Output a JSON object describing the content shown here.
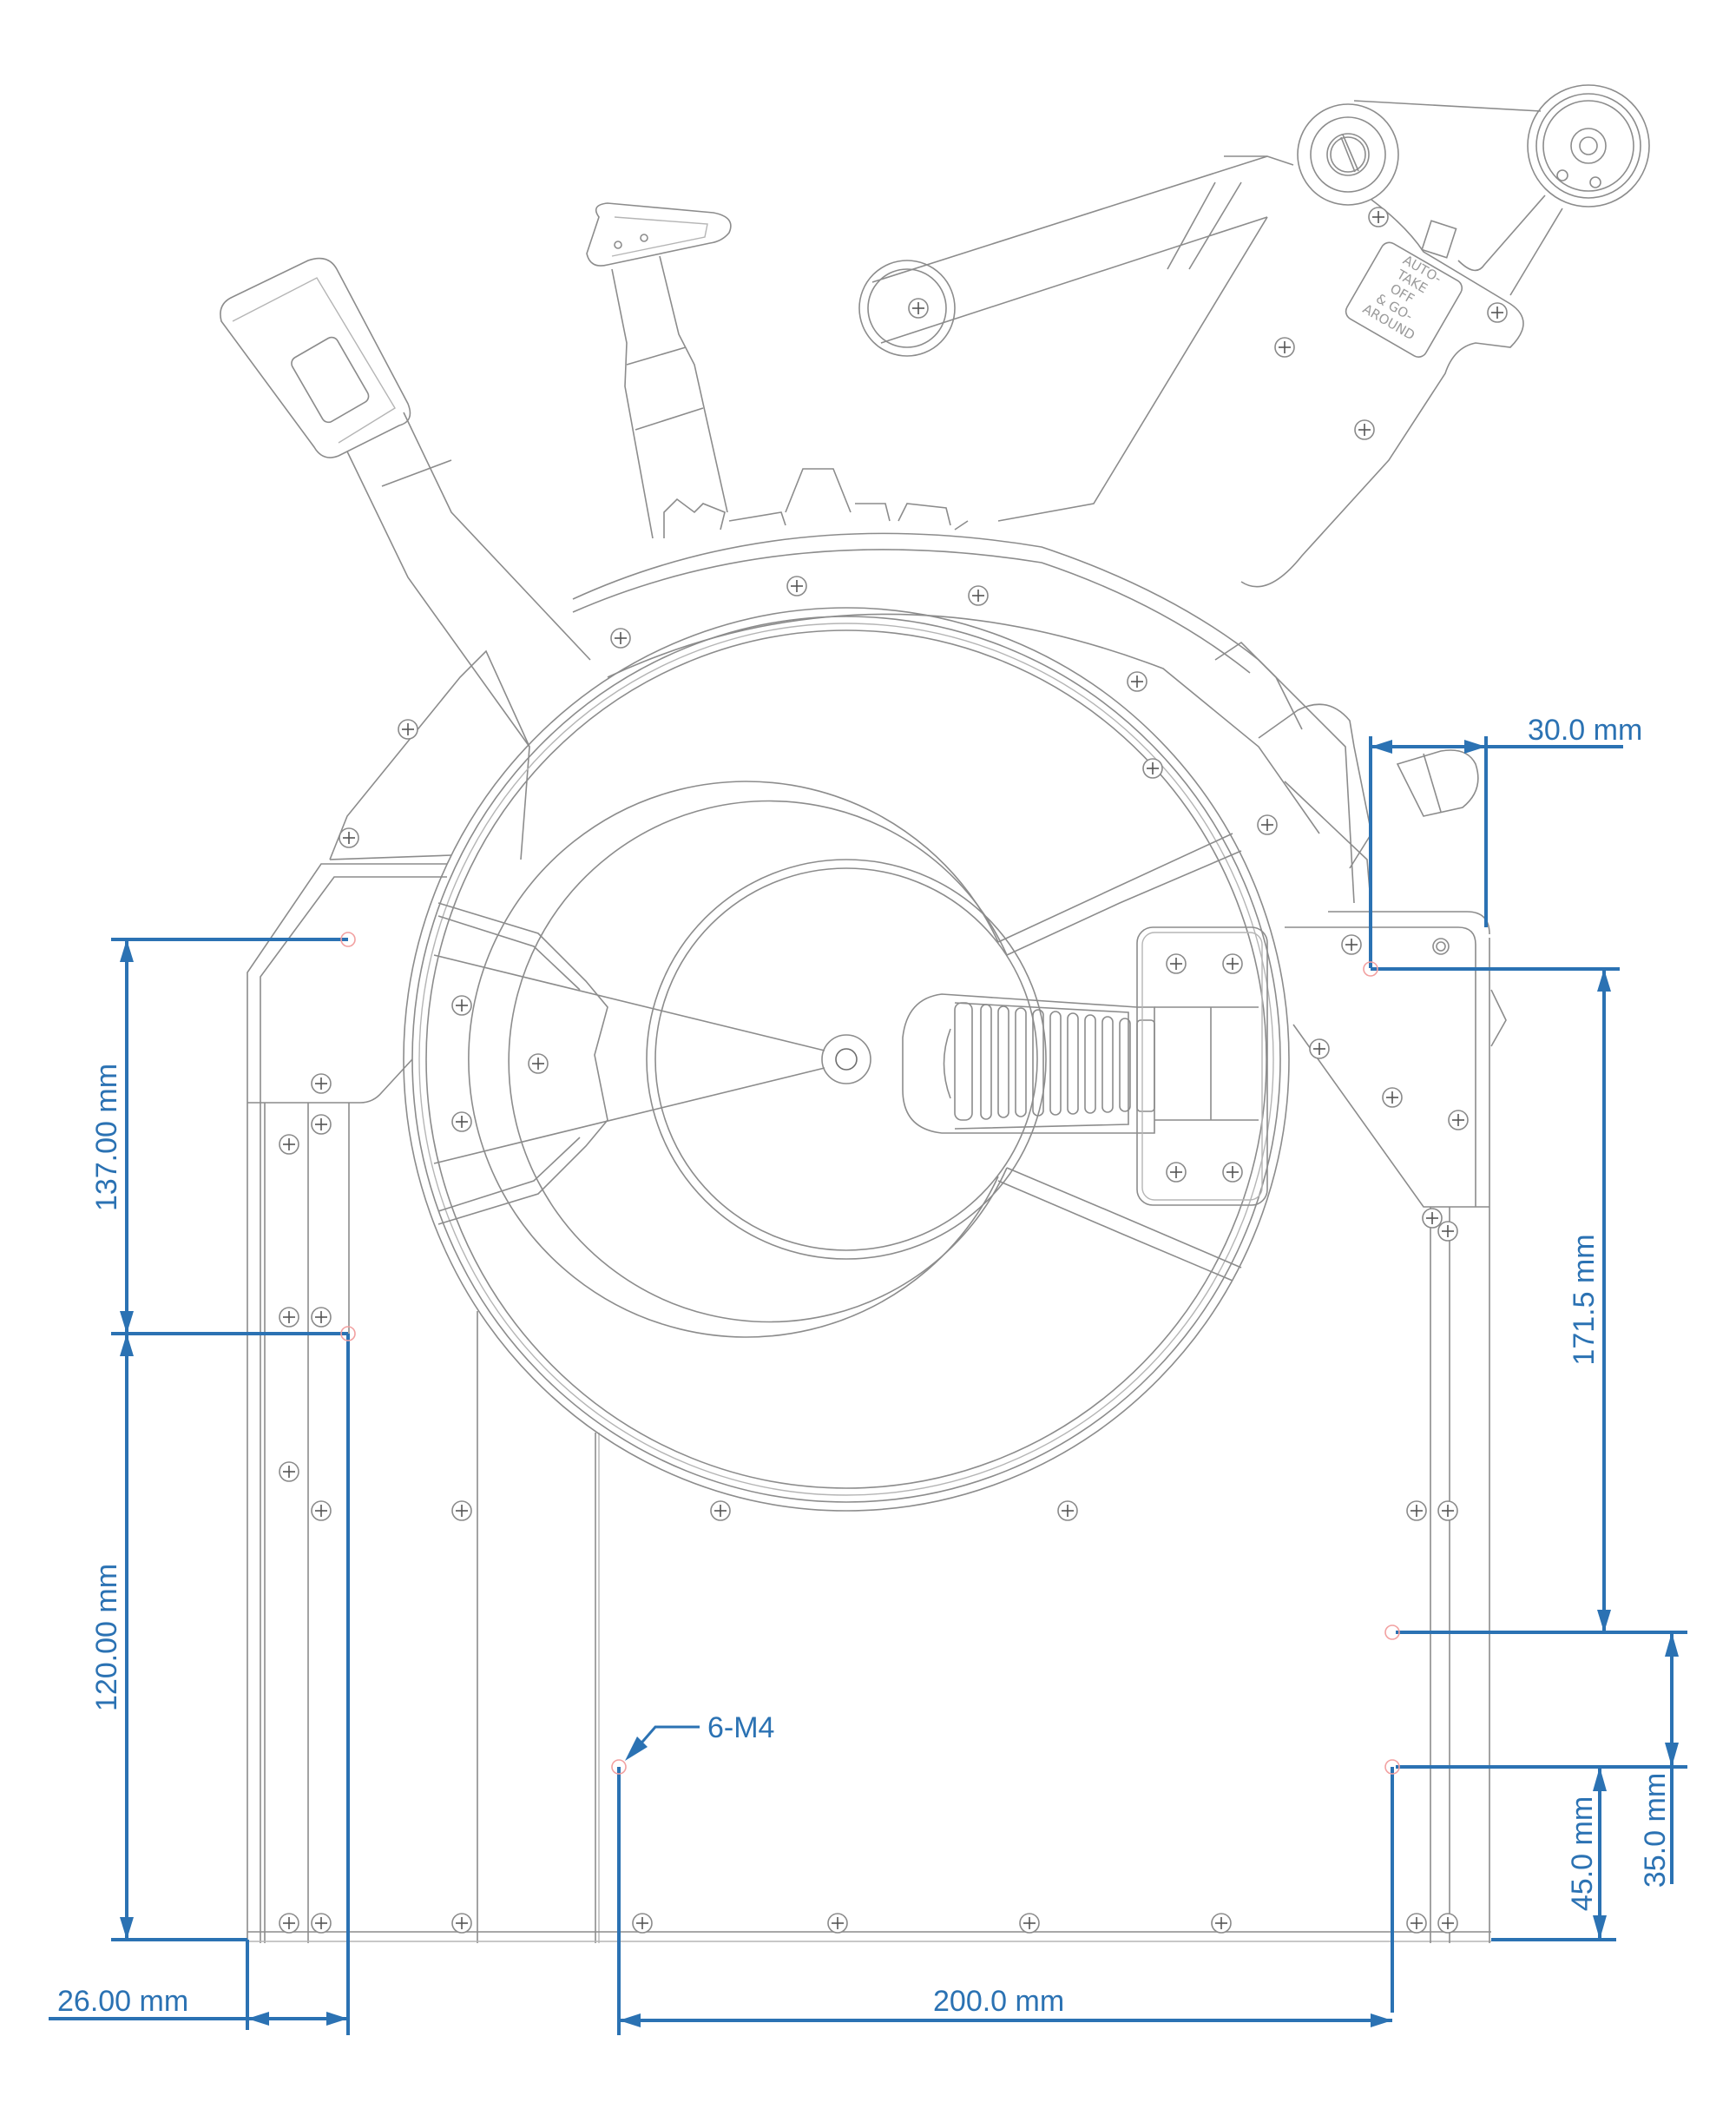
{
  "drawing": {
    "title": "Throttle quadrant mounting dimensions",
    "panel_label": [
      "AUTO-",
      "TAKE",
      "OFF",
      "& GO-",
      "AROUND"
    ],
    "colors": {
      "dimension": "#2b72b3",
      "outline": "#8c8c8c",
      "hole_marker": "#f2a0a0",
      "background": "#ffffff"
    }
  },
  "dimensions": {
    "top_right_width": "30.0 mm",
    "left_upper_height": "137.00 mm",
    "left_lower_height": "120.00 mm",
    "right_main_height": "171.5 mm",
    "right_lower_height": "45.0 mm",
    "right_offset_height": "35.0 mm",
    "bottom_left_width": "26.00 mm",
    "bottom_hole_spacing": "200.0 mm"
  },
  "callouts": {
    "mounting_holes": "6-M4"
  }
}
